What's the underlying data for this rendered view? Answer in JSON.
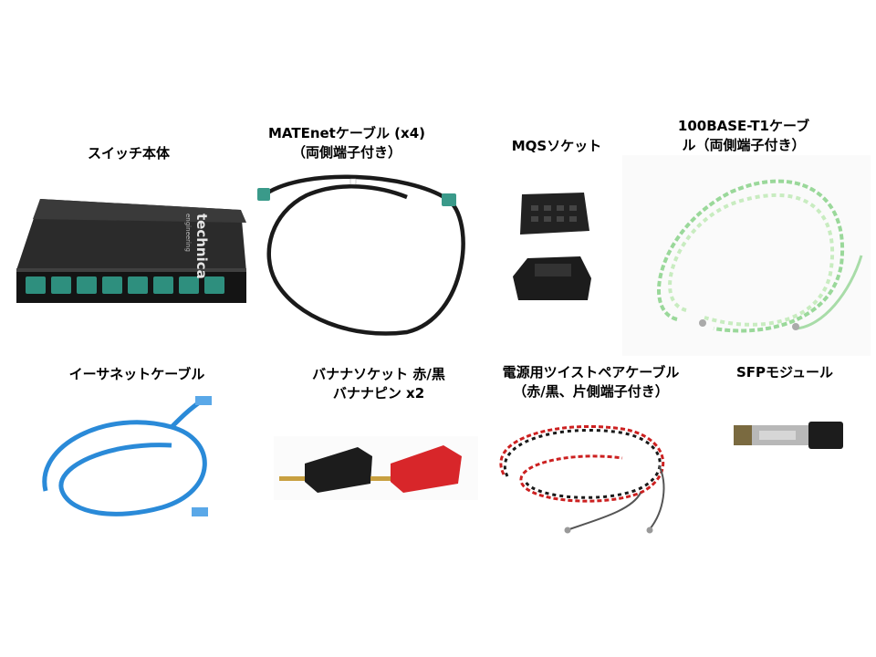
{
  "items": [
    {
      "id": "switch",
      "lines": [
        "スイッチ本体"
      ],
      "brand": "technica",
      "brand_sub": "engineering"
    },
    {
      "id": "matenet",
      "lines": [
        "MATEnetケーブル (x4)",
        "（両側端子付き）"
      ]
    },
    {
      "id": "mqs",
      "lines": [
        "MQSソケット"
      ]
    },
    {
      "id": "t1",
      "lines": [
        "100BASE-T1ケーブ",
        "ル（両側端子付き）"
      ]
    },
    {
      "id": "ethernet",
      "lines": [
        "イーサネットケーブル"
      ]
    },
    {
      "id": "banana",
      "lines": [
        "バナナソケット 赤/黒",
        "バナナピン x2"
      ]
    },
    {
      "id": "power",
      "lines": [
        "電源用ツイストペアケーブル",
        "（赤/黒、片側端子付き）"
      ]
    },
    {
      "id": "sfp",
      "lines": [
        "SFPモジュール"
      ]
    }
  ],
  "colors": {
    "switch_body": "#1e1e1e",
    "port_green": "#2e8f7e",
    "matenet_cable": "#1a1a1a",
    "t1_green": "#9ad89a",
    "ethernet_blue": "#2a8ad8",
    "banana_black": "#1c1c1c",
    "banana_red": "#d8262a",
    "power_red": "#cc2020",
    "sfp_silver": "#b8b8b8"
  }
}
